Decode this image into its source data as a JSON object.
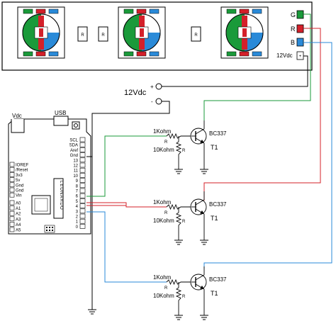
{
  "led_strip": {
    "channel_labels": {
      "g": "G",
      "r": "R",
      "b": "B"
    },
    "power_label": "12Vdc",
    "power_symbol": "+",
    "resistor_mark": "R",
    "colors": {
      "green": "#1a9a3a",
      "red": "#d4202a",
      "blue": "#2a8ad8",
      "white": "#ffffff"
    }
  },
  "supply": {
    "label": "12Vdc",
    "plus": "+",
    "minus": "-"
  },
  "arduino": {
    "vdc_label": "Vdc",
    "usb_label": "USB",
    "board_name": "LEONARDO",
    "digital_pins": [
      "SCL",
      "SDA",
      "Aref",
      "Gnd",
      "13",
      "12",
      "11",
      "10",
      "9",
      "8",
      "7",
      "6",
      "5",
      "4",
      "3",
      "2",
      "1",
      "0"
    ],
    "power_pins": [
      "IOREF",
      "/Reset",
      "3v3",
      "5v",
      "Gnd",
      "Gnd",
      "Vin"
    ],
    "analog_pins": [
      "A0",
      "A1",
      "A2",
      "A3",
      "A4",
      "A5"
    ]
  },
  "stages": [
    {
      "res_base": "1Kohm",
      "res_base_sym": "R",
      "res_pull": "10Kohm",
      "res_pull_sym": "R",
      "transistor": "BC337",
      "ref": "T1",
      "wire_color": "#1a9a3a"
    },
    {
      "res_base": "1Kohm",
      "res_base_sym": "R",
      "res_pull": "10Kohm",
      "res_pull_sym": "R",
      "transistor": "BC337",
      "ref": "T1",
      "wire_color": "#d4202a"
    },
    {
      "res_base": "1Kohm",
      "res_base_sym": "R",
      "res_pull": "10Kohm",
      "res_pull_sym": "R",
      "transistor": "BC337",
      "ref": "T1",
      "wire_color": "#2a8ad8"
    }
  ],
  "wire_colors": {
    "black": "#000000",
    "green": "#1a9a3a",
    "red": "#d4202a",
    "blue": "#2a8ad8"
  }
}
